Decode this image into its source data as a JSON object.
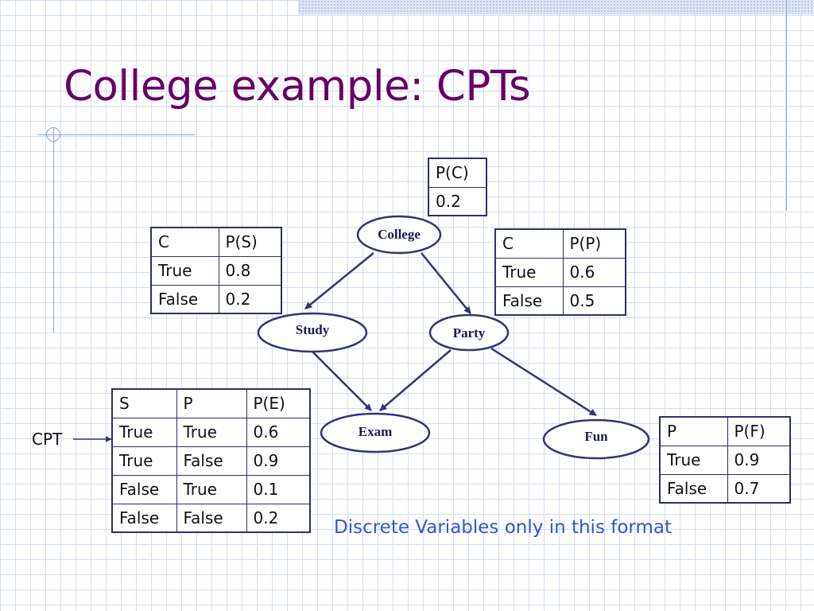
{
  "slide": {
    "title": "College example: CPTs",
    "note": "Discrete Variables only in this format",
    "cpt_label": "CPT"
  },
  "nodes": {
    "college": "College",
    "study": "Study",
    "party": "Party",
    "exam": "Exam",
    "fun": "Fun"
  },
  "edges": [
    {
      "from": "College",
      "to": "Study"
    },
    {
      "from": "College",
      "to": "Party"
    },
    {
      "from": "Study",
      "to": "Exam"
    },
    {
      "from": "Party",
      "to": "Exam"
    },
    {
      "from": "Party",
      "to": "Fun"
    }
  ],
  "tables": {
    "pc": {
      "header": [
        "P(C)"
      ],
      "rows": [
        [
          "0.2"
        ]
      ]
    },
    "ps": {
      "header": [
        "C",
        "P(S)"
      ],
      "rows": [
        [
          "True",
          "0.8"
        ],
        [
          "False",
          "0.2"
        ]
      ]
    },
    "pp": {
      "header": [
        "C",
        "P(P)"
      ],
      "rows": [
        [
          "True",
          "0.6"
        ],
        [
          "False",
          "0.5"
        ]
      ]
    },
    "pe": {
      "header": [
        "S",
        "P",
        "P(E)"
      ],
      "rows": [
        [
          "True",
          "True",
          "0.6"
        ],
        [
          "True",
          "False",
          "0.9"
        ],
        [
          "False",
          "True",
          "0.1"
        ],
        [
          "False",
          "False",
          "0.2"
        ]
      ]
    },
    "pf": {
      "header": [
        "P",
        "P(F)"
      ],
      "rows": [
        [
          "True",
          "0.9"
        ],
        [
          "False",
          "0.7"
        ]
      ]
    }
  },
  "colors": {
    "title": "#660066",
    "note": "#3355cc",
    "edge": "#333377",
    "grid": "#d4dcf0"
  }
}
